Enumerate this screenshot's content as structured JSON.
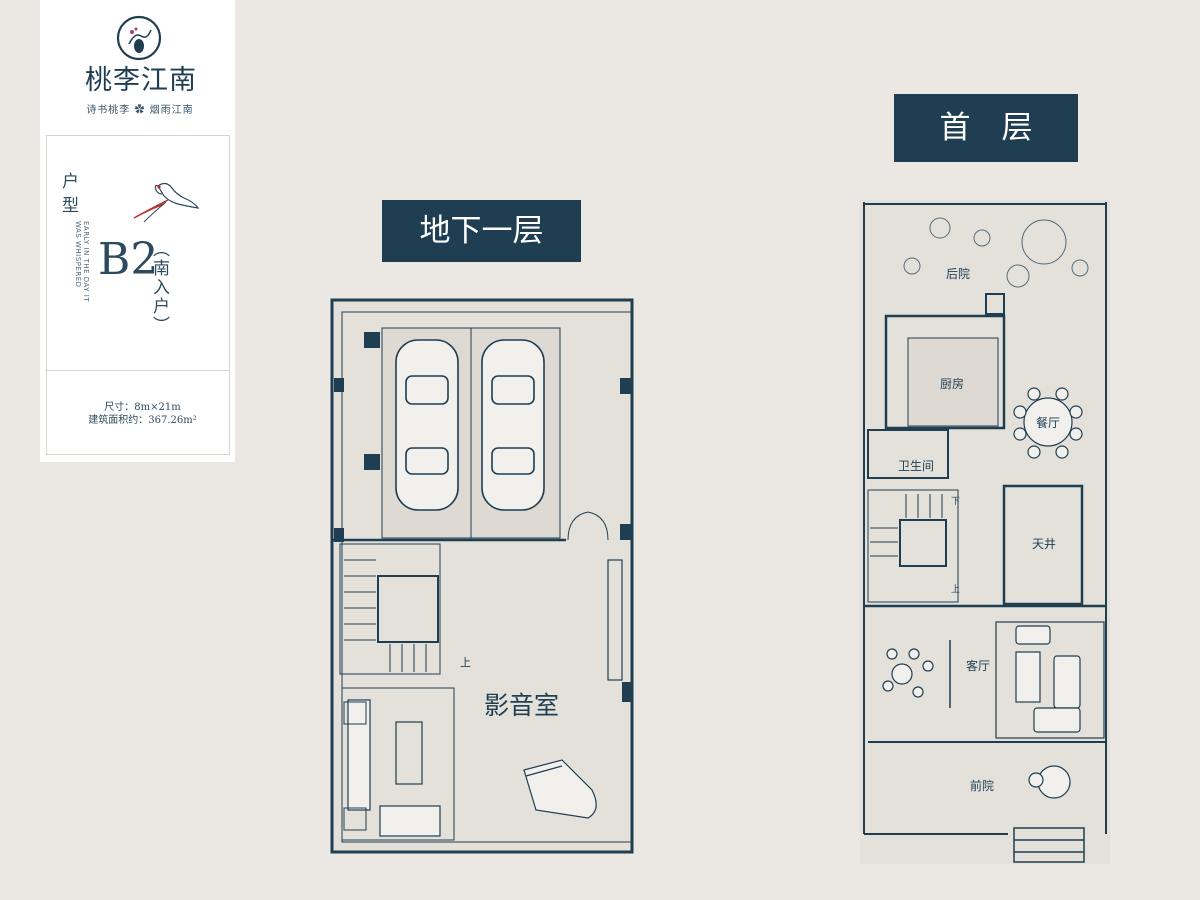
{
  "brand": {
    "name": "桃李江南",
    "slogan": "诗书桃李 ✿ 烟雨江南"
  },
  "unit": {
    "type_label": "户型",
    "type_code": "B2",
    "entry": "（南入户）",
    "english_caption": "EARLY IN THE DAY IT WAS WHISPERED",
    "size_label": "尺寸：8m×21m",
    "area_label": "建筑面积约：367.26m²"
  },
  "floors": {
    "basement": {
      "title": "地下一层",
      "rooms": {
        "theater": "影音室",
        "stairs_up": "上"
      }
    },
    "ground": {
      "title": "首　层",
      "rooms": {
        "backyard": "后院",
        "kitchen": "厨房",
        "dining": "餐厅",
        "bathroom": "卫生间",
        "stairs_down": "下",
        "stairs_up": "上",
        "courtyard": "天井",
        "living": "客厅",
        "frontyard": "前院"
      }
    }
  },
  "colors": {
    "navy": "#1f3e52",
    "wall": "#1f3e52",
    "floor_fill": "#e4e1db",
    "background": "#ebe8e3"
  }
}
